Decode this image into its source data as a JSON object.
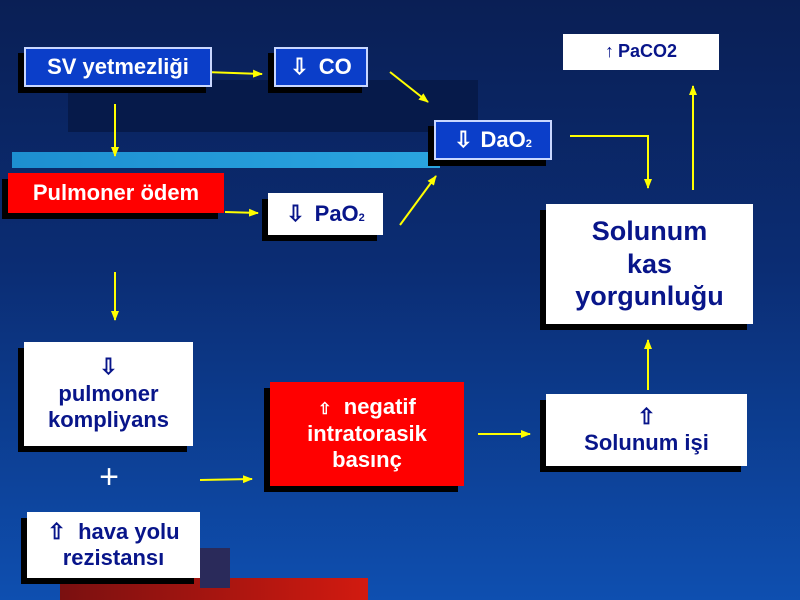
{
  "colors": {
    "background_top": "#0a1f55",
    "background_bottom": "#0e4fb0",
    "arrow": "#ffff00",
    "box_blue": "#0b3ec9",
    "box_red": "#ff0000",
    "box_white": "#ffffff",
    "text_dark": "#08158a"
  },
  "nodes": {
    "sv": {
      "text": "SV yetmezliği"
    },
    "co": {
      "glyph": "⇩",
      "text": "CO"
    },
    "dao2": {
      "glyph": "⇩",
      "text": "DaO",
      "sub": "2"
    },
    "paco2": {
      "glyph": "↑",
      "text": "PaCO2"
    },
    "pulm_odem": {
      "text": "Pulmoner ödem"
    },
    "pao2": {
      "glyph": "⇩",
      "text": "PaO",
      "sub": "2"
    },
    "fatigue": {
      "lines": [
        "Solunum",
        "kas",
        "yorgunluğu"
      ]
    },
    "compliance": {
      "glyph": "⇩",
      "lines": [
        "pulmoner",
        "kompliyans"
      ]
    },
    "negative_pressure": {
      "glyph": "⇧",
      "lines": [
        "negatif",
        "intratorasik",
        "basınç"
      ]
    },
    "work": {
      "glyph": "⇧",
      "text": "Solunum işi"
    },
    "resistance": {
      "glyph": "⇧",
      "lines": [
        "hava yolu",
        "rezistansı"
      ]
    }
  },
  "plus_sign": "+"
}
